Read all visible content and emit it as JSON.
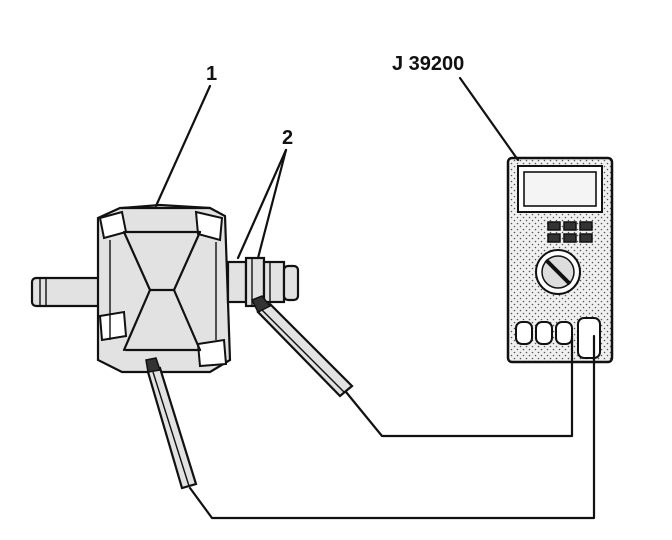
{
  "labels": {
    "item_1": "1",
    "item_2": "2",
    "tool": "J 39200"
  },
  "icons": {
    "rotor": "alternator-rotor-icon",
    "meter": "digital-multimeter-icon",
    "probe": "test-probe-icon"
  },
  "colors": {
    "ink": "#111111",
    "shade": "#e2e2e2",
    "paper": "#ffffff"
  }
}
